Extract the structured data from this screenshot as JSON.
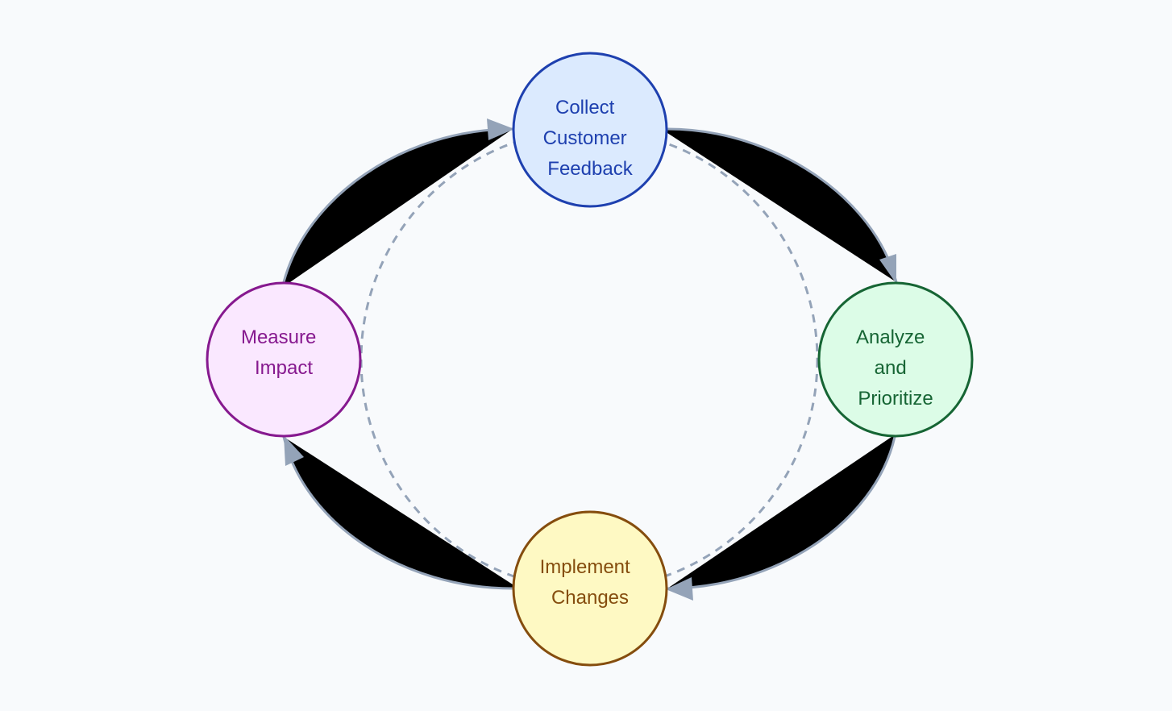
{
  "diagram": {
    "type": "cycle",
    "colors": {
      "background": "#f8fafc",
      "guide_ring": "#94a3b8",
      "arrow_fill": "#000000",
      "arrow_stroke": "#94a3b8"
    },
    "nodes": [
      {
        "id": "collect",
        "lines": [
          "Collect",
          "Customer",
          "Feedback"
        ],
        "fill": "#dbeafe",
        "stroke": "#1e40af",
        "text_color": "#1e40af"
      },
      {
        "id": "analyze",
        "lines": [
          "Analyze",
          "and",
          "Prioritize"
        ],
        "fill": "#dcfce7",
        "stroke": "#166534",
        "text_color": "#166534"
      },
      {
        "id": "implement",
        "lines": [
          "Implement",
          "Changes"
        ],
        "fill": "#fef9c3",
        "stroke": "#854d0e",
        "text_color": "#854d0e"
      },
      {
        "id": "measure",
        "lines": [
          "Measure",
          "Impact"
        ],
        "fill": "#fae8ff",
        "stroke": "#86198f",
        "text_color": "#86198f"
      }
    ],
    "edges": [
      {
        "from": "collect",
        "to": "analyze"
      },
      {
        "from": "analyze",
        "to": "implement"
      },
      {
        "from": "implement",
        "to": "measure"
      },
      {
        "from": "measure",
        "to": "collect"
      }
    ]
  }
}
